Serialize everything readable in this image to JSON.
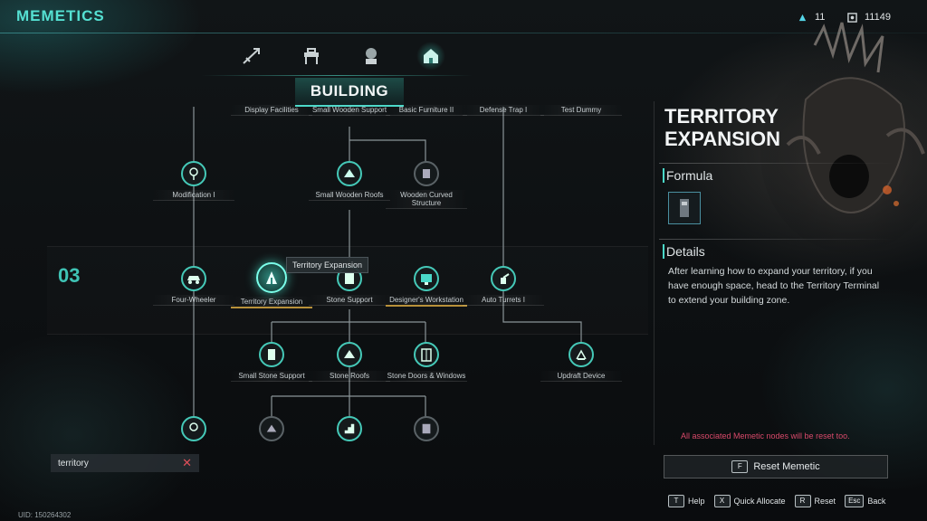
{
  "header": {
    "title": "MEMETICS"
  },
  "currency": {
    "points": "11",
    "coins": "11149"
  },
  "tabs": [
    {
      "name": "combat-tab",
      "icon": "weapon-icon",
      "active": false
    },
    {
      "name": "crafting-tab",
      "icon": "workbench-icon",
      "active": false
    },
    {
      "name": "farming-tab",
      "icon": "plant-icon",
      "active": false
    },
    {
      "name": "building-tab",
      "icon": "house-icon",
      "active": true
    }
  ],
  "section": {
    "title": "BUILDING",
    "tier": "03"
  },
  "tooltip": "Territory Expansion",
  "nodes": {
    "display_facilities": "Display Facilities",
    "small_wooden_support": "Small Wooden Support",
    "basic_furniture": "Basic Furniture II",
    "defense_trap": "Defense Trap I",
    "test_dummy": "Test Dummy",
    "modification": "Modification I",
    "small_wooden_roofs": "Small Wooden Roofs",
    "wooden_curved": "Wooden Curved Structure",
    "four_wheeler": "Four-Wheeler",
    "territory_expansion": "Territory Expansion",
    "stone_support": "Stone Support",
    "designers_workstation": "Designer's Workstation",
    "auto_turrets": "Auto Turrets I",
    "small_stone_support": "Small Stone Support",
    "stone_roofs": "Stone Roofs",
    "stone_doors": "Stone Doors & Windows",
    "updraft_device": "Updraft Device"
  },
  "search": {
    "value": "territory"
  },
  "uid": "UID: 150264302",
  "detail": {
    "title": "TERRITORY EXPANSION",
    "formula_label": "Formula",
    "details_label": "Details",
    "description": "After learning how to expand your territory, if you have enough space, head to the Territory Terminal to extend your building zone.",
    "warning": "All associated Memetic nodes will be reset too.",
    "reset_key": "F",
    "reset_label": "Reset Memetic"
  },
  "hints": [
    {
      "key": "T",
      "label": "Help"
    },
    {
      "key": "X",
      "label": "Quick Allocate"
    },
    {
      "key": "R",
      "label": "Reset"
    },
    {
      "key": "Esc",
      "label": "Back"
    }
  ],
  "colors": {
    "accent": "#45c9b8",
    "warning": "#d8496a",
    "gold": "#b8913a"
  }
}
